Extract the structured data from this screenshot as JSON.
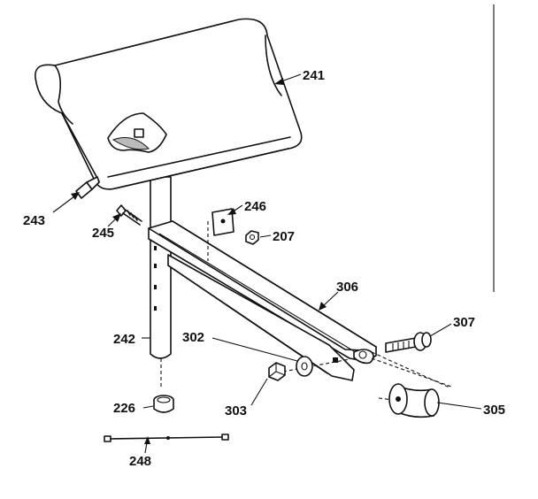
{
  "labels": {
    "p241": "241",
    "p243": "243",
    "p245": "245",
    "p246": "246",
    "p207": "207",
    "p306": "306",
    "p242": "242",
    "p302": "302",
    "p307": "307",
    "p303": "303",
    "p305": "305",
    "p226": "226",
    "p248": "248"
  }
}
